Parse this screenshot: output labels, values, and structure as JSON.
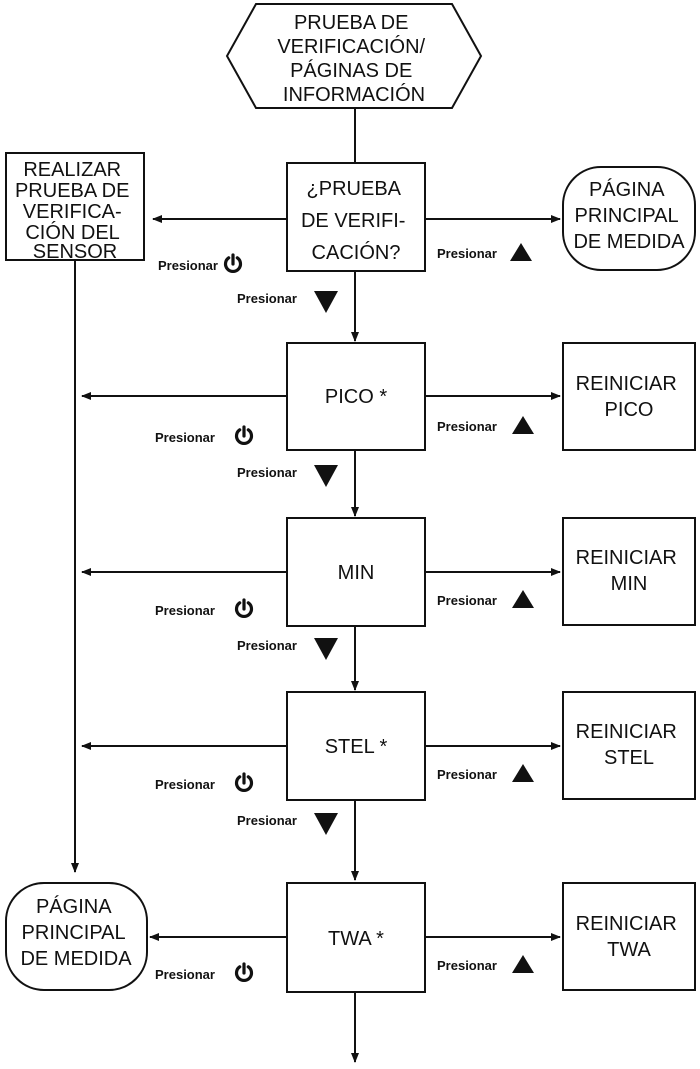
{
  "start": {
    "lines": [
      "PRUEBA DE",
      "VERIFICACIÓN/",
      "PÁGINAS DE",
      "INFORMACIÓN"
    ]
  },
  "decision": {
    "lines": [
      "¿PRUEBA",
      "DE VERIFI-",
      "CACIÓN?"
    ]
  },
  "sensor_test": {
    "lines": [
      "REALIZAR",
      "PRUEBA DE",
      "VERIFICA-",
      "CIÓN DEL",
      "SENSOR"
    ]
  },
  "main_page_right": {
    "lines": [
      "PÁGINA",
      "PRINCIPAL",
      "DE MEDIDA"
    ]
  },
  "main_page_left": {
    "lines": [
      "PÁGINA",
      "PRINCIPAL",
      "DE MEDIDA"
    ]
  },
  "steps": [
    {
      "label": "PICO *",
      "reset_lines": [
        "REINICIAR",
        "PICO"
      ]
    },
    {
      "label": "MIN",
      "reset_lines": [
        "REINICIAR",
        "MIN"
      ]
    },
    {
      "label": "STEL *",
      "reset_lines": [
        "REINICIAR",
        "STEL"
      ]
    },
    {
      "label": "TWA *",
      "reset_lines": [
        "REINICIAR",
        "TWA"
      ]
    }
  ],
  "press_label": "Presionar",
  "icons": {
    "power": "power-icon",
    "up": "triangle-up-icon",
    "down": "triangle-down-icon"
  },
  "colors": {
    "stroke": "#111111",
    "fill": "#ffffff",
    "text": "#111111"
  }
}
